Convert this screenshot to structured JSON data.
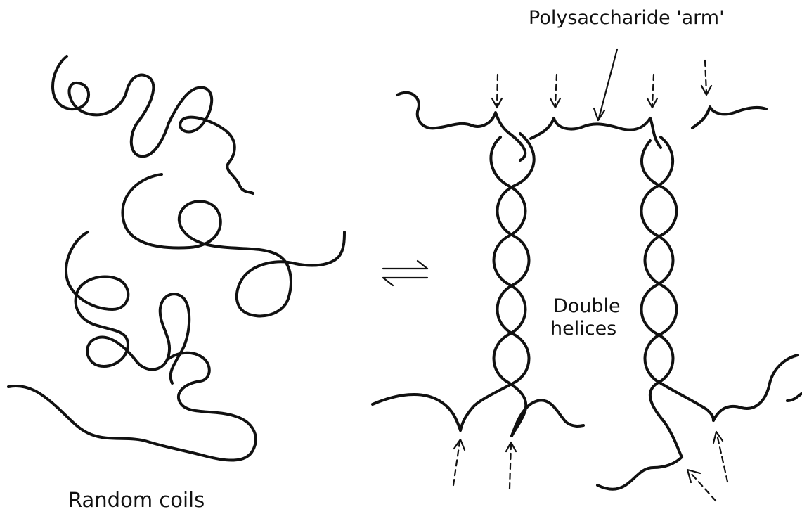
{
  "labels": {
    "arm": "Polysaccharide 'arm'",
    "helices_line1": "Double",
    "helices_line2": "helices",
    "coils": "Random coils"
  },
  "symbols": {
    "equilibrium": "equilibrium-arrows"
  },
  "colors": {
    "ink": "#111111",
    "background": "#ffffff"
  }
}
